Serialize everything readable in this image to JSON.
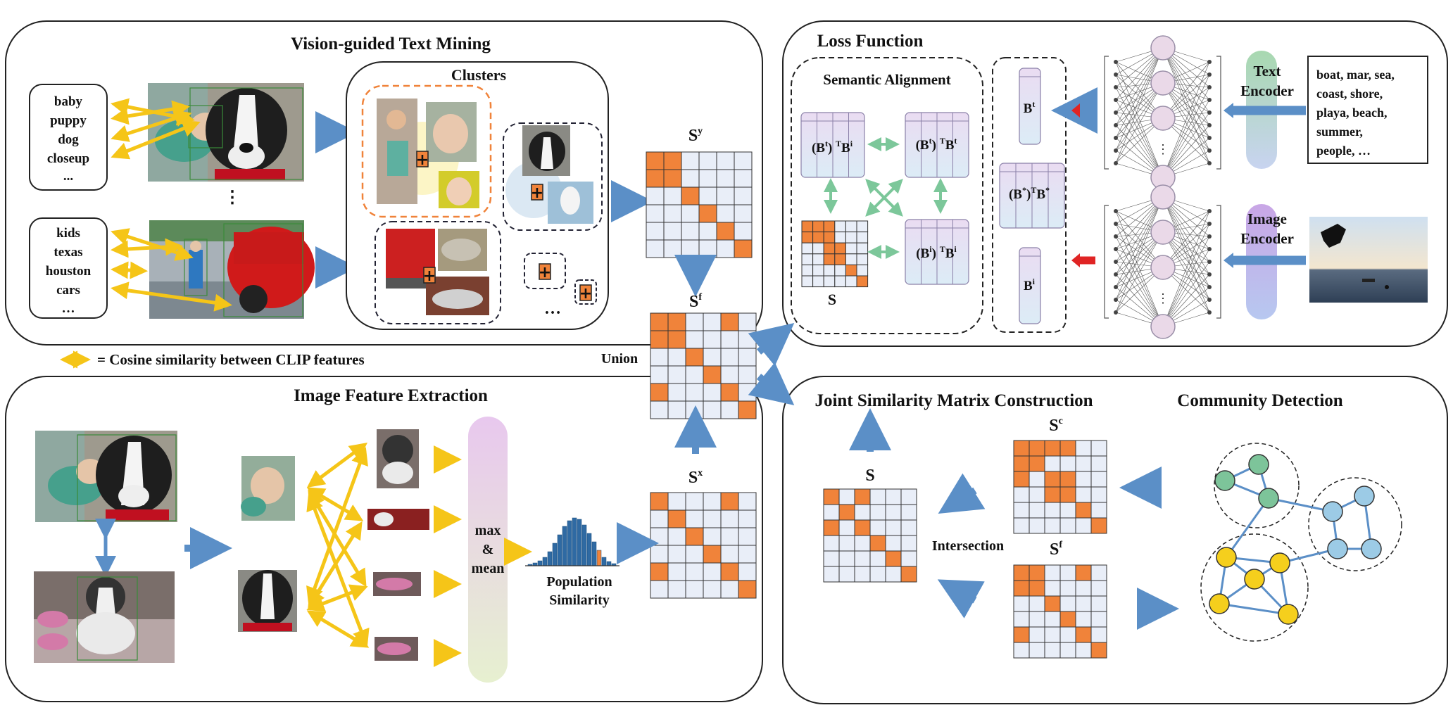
{
  "panels": {
    "vision_text_mining": "Vision-guided Text Mining",
    "clusters": "Clusters",
    "image_feature_extraction": "Image Feature Extraction",
    "loss_function": "Loss Function",
    "semantic_alignment": "Semantic Alignment",
    "joint_similarity": "Joint Similarity Matrix Construction",
    "community_detection": "Community Detection"
  },
  "tags_1": [
    "baby",
    "puppy",
    "dog",
    "closeup",
    "..."
  ],
  "tags_2": [
    "kids",
    "texas",
    "houston",
    "cars",
    "…"
  ],
  "vertical_ellipsis": "⋮",
  "cluster_ellipsis": "…",
  "legend": "=  Cosine similarity between CLIP features",
  "matrices": {
    "sy_base": "S",
    "sy_sup": "y",
    "sf_base": "S",
    "sf_sup": "f",
    "sx_base": "S",
    "sx_sup": "x",
    "sc_base": "S",
    "sc_sup": "c",
    "sf2_base": "S",
    "sf2_sup": "f",
    "s_joint": "S",
    "s_loss": "S"
  },
  "union": "Union",
  "intersection": "Intersection",
  "max_mean": [
    "max",
    "&",
    "mean"
  ],
  "population_similarity": [
    "Population",
    "Similarity"
  ],
  "alignment_terms": {
    "t1": "(B",
    "t1_sup": "t",
    "t1_rest": ") ",
    "t1_sup2": "T",
    "t1_end": "B",
    "t1_end_sup": "i",
    "t2": "(B",
    "t2_sup": "t",
    "t2_rest": ") ",
    "t2_sup2": "T",
    "t2_end": "B",
    "t2_end_sup": "t",
    "t3": "(B",
    "t3_sup": "i",
    "t3_rest": ") ",
    "t3_sup2": "T",
    "t3_end": "B",
    "t3_end_sup": "i",
    "t4": "(B",
    "t4_sup": "*",
    "t4_rest": ")",
    "t4_sup2": "T",
    "t4_end": "B",
    "t4_end_sup": "*"
  },
  "codes": {
    "bt": "B",
    "bt_sup": "t",
    "bi": "B",
    "bi_sup": "i"
  },
  "encoders": {
    "text": [
      "Text",
      "Encoder"
    ],
    "image": [
      "Image",
      "Encoder"
    ]
  },
  "text_tags": [
    "boat, mar, sea,",
    "coast, shore,",
    "playa, beach,",
    "summer,",
    "people, …"
  ],
  "colors": {
    "orange": "#f0833a",
    "cell": "#e9eef8",
    "arrow_blue": "#5b8fc7",
    "arrow_yellow": "#f5c518",
    "arrow_green": "#7cc79a",
    "arrow_red": "#e02424",
    "node_green": "#7dc49a",
    "node_blue": "#9ccbe6",
    "node_yellow": "#f5cf1d"
  }
}
